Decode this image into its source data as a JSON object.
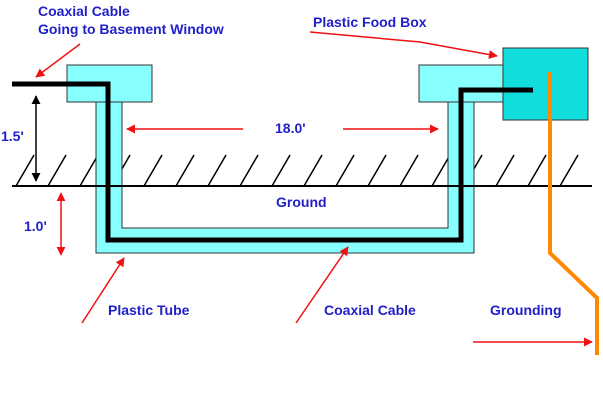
{
  "labels": {
    "coax_top_line1": "Coaxial Cable",
    "coax_top_line2": "Going to Basement Window",
    "food_box": "Plastic Food Box",
    "span": "18.0'",
    "height_above": "1.5'",
    "ground": "Ground",
    "depth_below": "1.0'",
    "tube": "Plastic Tube",
    "coax_bottom": "Coaxial Cable",
    "grounding": "Grounding"
  },
  "colors": {
    "label_text": "#1f1fc8",
    "leader_arrow": "#ee1111",
    "tube_fill": "#88ffff",
    "box_fill": "#11dddd",
    "cable": "#000000",
    "ground_wire": "#ff8800",
    "outline": "#333333"
  }
}
